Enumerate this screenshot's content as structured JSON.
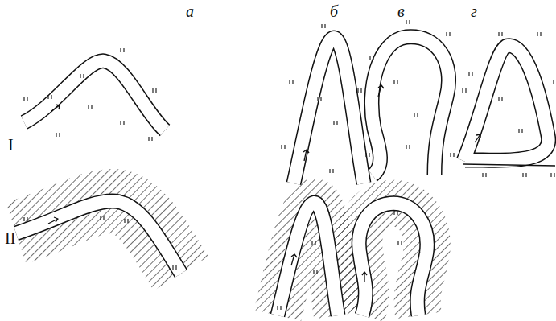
{
  "diagram": {
    "labels": [
      "а",
      "б",
      "в",
      "г",
      "I",
      "II"
    ]
  }
}
